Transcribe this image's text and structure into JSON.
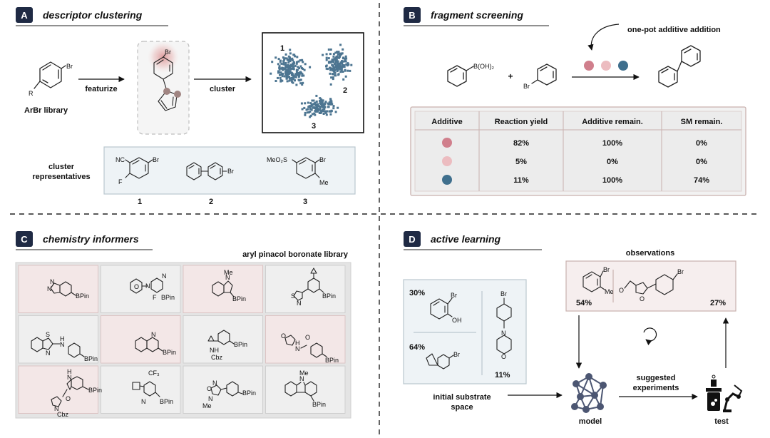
{
  "panels": {
    "a": {
      "badge": "A",
      "title": "descriptor clustering"
    },
    "b": {
      "badge": "B",
      "title": "fragment screening"
    },
    "c": {
      "badge": "C",
      "title": "chemistry informers"
    },
    "d": {
      "badge": "D",
      "title": "active learning"
    }
  },
  "panel_a": {
    "library_label": "ArBr library",
    "featurize_label": "featurize",
    "cluster_label": "cluster",
    "cluster_ids": [
      "1",
      "2",
      "3"
    ],
    "representatives_label_line1": "cluster",
    "representatives_label_line2": "representatives",
    "representative_numbers": [
      "1",
      "2",
      "3"
    ],
    "atoms": {
      "br": "Br",
      "r": "R",
      "nc": "NC",
      "f": "F",
      "me": "Me",
      "meo2s": "MeO₂S"
    },
    "scatter_color": "#4d7591"
  },
  "panel_b": {
    "boronic_label": "B(OH)₂",
    "plus": "+",
    "br_label": "Br",
    "additive_note": "one-pot additive addition",
    "additive_colors": [
      "#d07f8c",
      "#ecbcc0",
      "#3f6f8d"
    ],
    "table": {
      "headers": [
        "Additive",
        "Reaction yield",
        "Additive remain.",
        "SM remain."
      ],
      "rows": [
        {
          "reaction_yield": "82%",
          "additive_remain": "100%",
          "sm_remain": "0%"
        },
        {
          "reaction_yield": "5%",
          "additive_remain": "0%",
          "sm_remain": "0%"
        },
        {
          "reaction_yield": "11%",
          "additive_remain": "100%",
          "sm_remain": "74%"
        }
      ]
    }
  },
  "panel_c": {
    "library_label": "aryl pinacol boronate library",
    "bpin": "BPin",
    "atoms": {
      "n": "N",
      "o": "O",
      "s": "S",
      "h": "H",
      "f": "F",
      "me": "Me",
      "cf3": "CF₃",
      "nh": "NH",
      "cbz": "Cbz"
    },
    "grid_colors": {
      "pink": "#f3e7e7",
      "grey": "#efefef"
    }
  },
  "panel_d": {
    "observations_label": "observations",
    "substrate_yields": [
      "30%",
      "64%",
      "11%"
    ],
    "observation_yields": [
      "54%",
      "27%"
    ],
    "initial_label_line1": "initial substrate",
    "initial_label_line2": "space",
    "suggested_label_line1": "suggested",
    "suggested_label_line2": "experiments",
    "model_label": "model",
    "test_label": "test",
    "atoms": {
      "br": "Br",
      "oh": "OH",
      "me": "Me",
      "n": "N",
      "o": "O"
    },
    "node_color": "#4c5672"
  }
}
